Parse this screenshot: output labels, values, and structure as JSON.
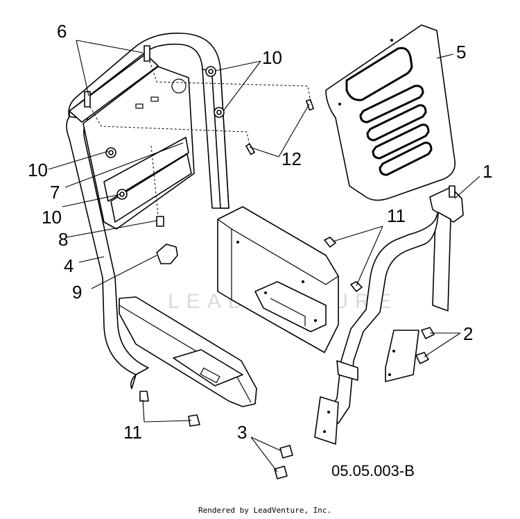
{
  "figure_code": "05.05.003-B",
  "credit": "Rendered by LeadVenture, Inc.",
  "watermark": "LEADVENTURE",
  "callouts": {
    "n1": "1",
    "n2": "2",
    "n3": "3",
    "n4": "4",
    "n5": "5",
    "n6": "6",
    "n7": "7",
    "n8": "8",
    "n9": "9",
    "n10a": "10",
    "n10b": "10",
    "n10c": "10",
    "n11a": "11",
    "n11b": "11",
    "n12": "12"
  }
}
